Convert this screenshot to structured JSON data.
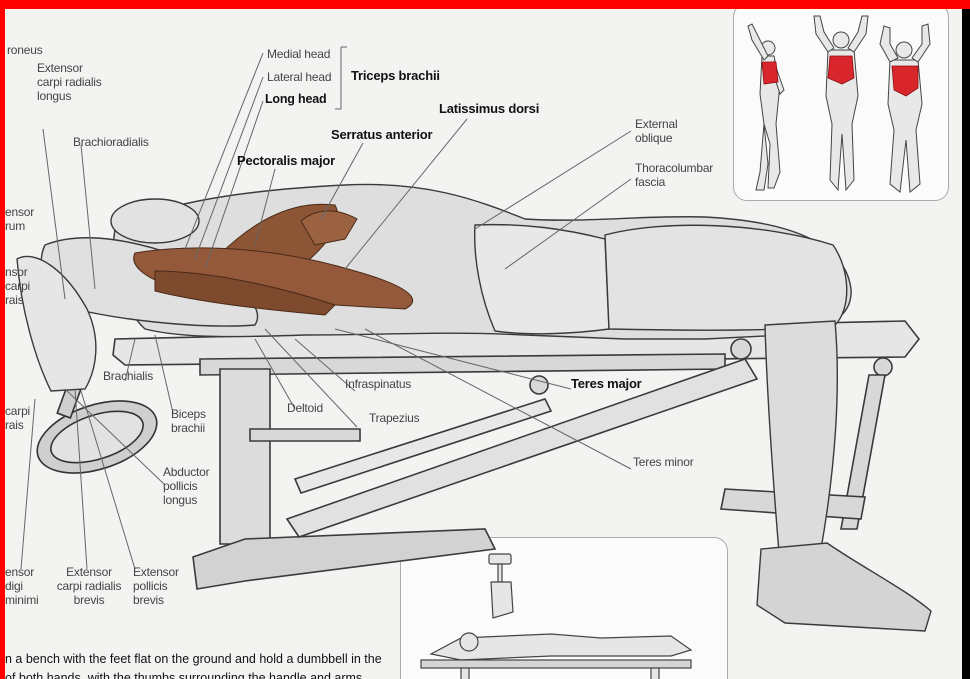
{
  "labels": {
    "peroneus": "roneus",
    "extensor_carpi_radialis_longus": [
      "Extensor",
      "carpi radialis",
      "longus"
    ],
    "brachioradialis": "Brachioradialis",
    "medial_head": "Medial head",
    "lateral_head": "Lateral head",
    "long_head": "Long head",
    "triceps_brachii": "Triceps brachii",
    "latissimus_dorsi": "Latissimus dorsi",
    "serratus_anterior": "Serratus anterior",
    "pectoralis_major": "Pectoralis major",
    "external_oblique": [
      "External",
      "oblique"
    ],
    "thoracolumbar_fascia": [
      "Thoracolumbar",
      "fascia"
    ],
    "left_edge_1": [
      "ensor",
      "rum"
    ],
    "left_edge_2": [
      "nsor",
      "carpi",
      "rais"
    ],
    "left_edge_3": [
      "carpi",
      "rais"
    ],
    "left_edge_4": [
      "ensor",
      "digi",
      "minimi"
    ],
    "brachialis": "Brachialis",
    "infraspinatus": "Infraspinatus",
    "teres_major": "Teres major",
    "deltoid": "Deltoid",
    "trapezius": "Trapezius",
    "biceps_brachii": [
      "Biceps",
      "brachii"
    ],
    "teres_minor": "Teres minor",
    "abductor_pollicis_longus": [
      "Abductor",
      "pollicis",
      "longus"
    ],
    "extensor_carpi_radialis_brevis": [
      "Extensor",
      "carpi radialis",
      "brevis"
    ],
    "extensor_pollicis_brevis": [
      "Extensor",
      "pollicis",
      "brevis"
    ]
  },
  "caption": {
    "line1": "n a bench with the feet flat on the ground and hold a dumbbell in the",
    "line2": "of both hands, with the thumbs surrounding the handle and arms"
  },
  "colors": {
    "frame_red": "#ff0000",
    "muscle_red": "#d9262c",
    "muscle_brown": "#8c5535"
  }
}
